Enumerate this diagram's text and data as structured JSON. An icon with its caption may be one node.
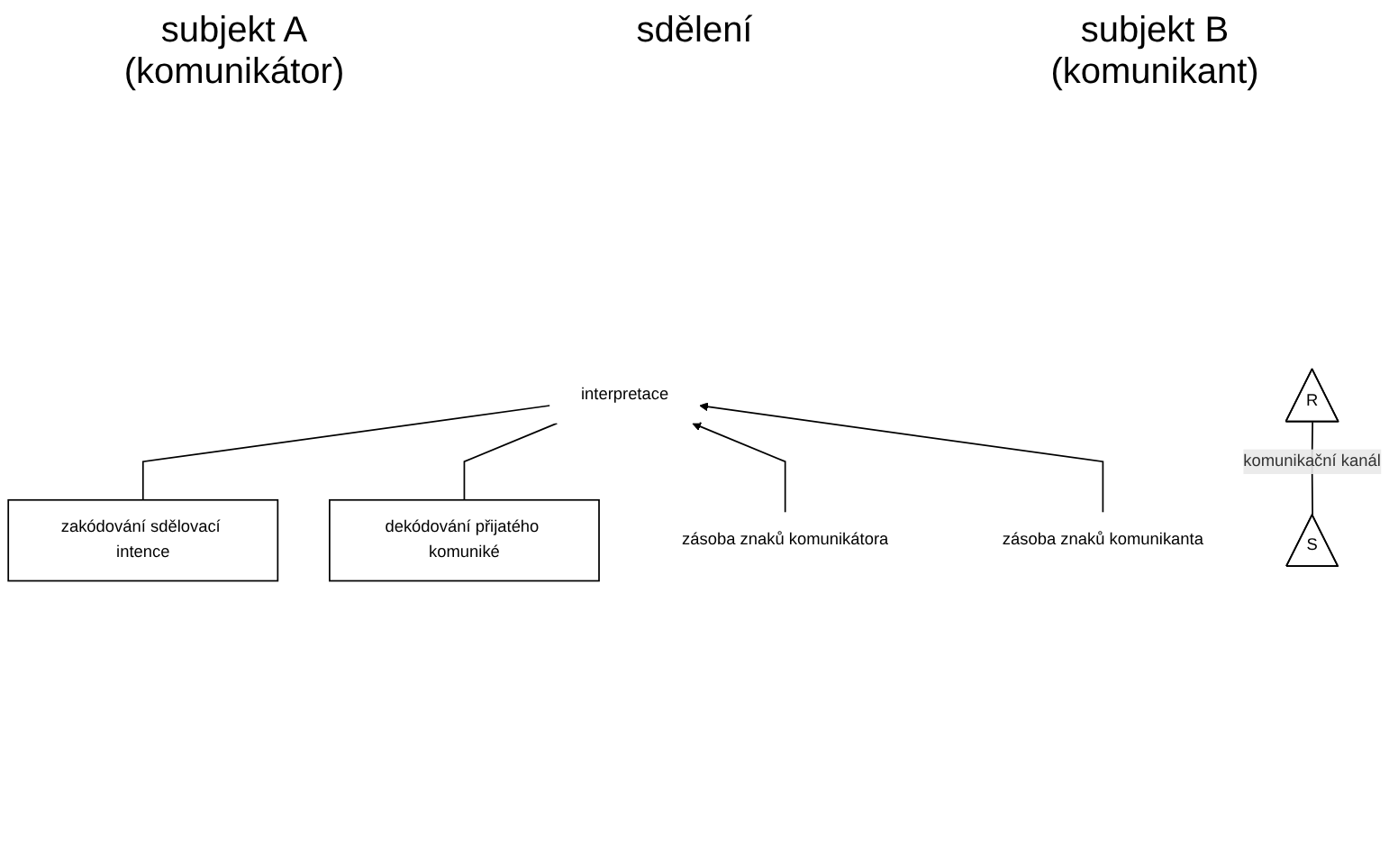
{
  "diagram": {
    "nodes": [
      {
        "text": [
          "zakódování sdělovací intence"
        ]
      },
      {
        "text": [
          "S"
        ]
      },
      {
        "text": [
          "R"
        ]
      },
      {
        "text": [
          "dekódování přijatého komuniké"
        ]
      },
      {
        "text": [
          "interpretace"
        ]
      },
      {
        "text": [
          "zásoba znaků komunikátora"
        ]
      },
      {
        "text": [
          "zásoba znaků komunikanta"
        ]
      }
    ],
    "edges": [
      {
        "from": 1,
        "to": 2,
        "arrow": "none",
        "label": "komunikační kanál"
      },
      {
        "from": 0,
        "to": 4,
        "arrow": "none"
      },
      {
        "from": 3,
        "to": 4,
        "arrow": "none"
      },
      {
        "from": 5,
        "to": 4,
        "arrow": "to"
      },
      {
        "from": 6,
        "to": 4,
        "arrow": "to"
      }
    ],
    "labels": [
      "subjekt A (komunikátor)",
      "sdělení",
      "subjekt B (komunikant)"
    ]
  }
}
